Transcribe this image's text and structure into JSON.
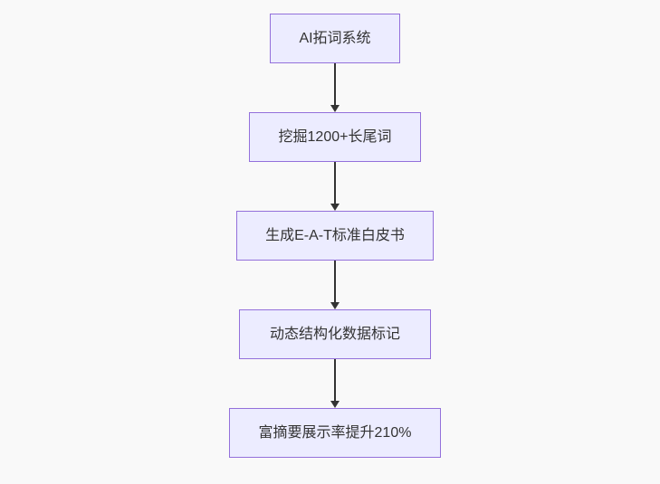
{
  "diagram": {
    "type": "flowchart",
    "direction": "top-down",
    "colors": {
      "background": "#f9f9f9",
      "node_fill": "#ECECFF",
      "node_border": "#9370DB",
      "node_text": "#333333",
      "arrow": "#333333"
    },
    "nodes": [
      {
        "id": "ai-keyword-system",
        "label": "AI拓词系统"
      },
      {
        "id": "longtail-mining",
        "label": "挖掘1200+长尾词"
      },
      {
        "id": "eat-whitepaper",
        "label": "生成E-A-T标准白皮书"
      },
      {
        "id": "structured-data",
        "label": "动态结构化数据标记"
      },
      {
        "id": "rich-snippet-result",
        "label": "富摘要展示率提升210%"
      }
    ],
    "edges": [
      {
        "from": "ai-keyword-system",
        "to": "longtail-mining"
      },
      {
        "from": "longtail-mining",
        "to": "eat-whitepaper"
      },
      {
        "from": "eat-whitepaper",
        "to": "structured-data"
      },
      {
        "from": "structured-data",
        "to": "rich-snippet-result"
      }
    ]
  }
}
